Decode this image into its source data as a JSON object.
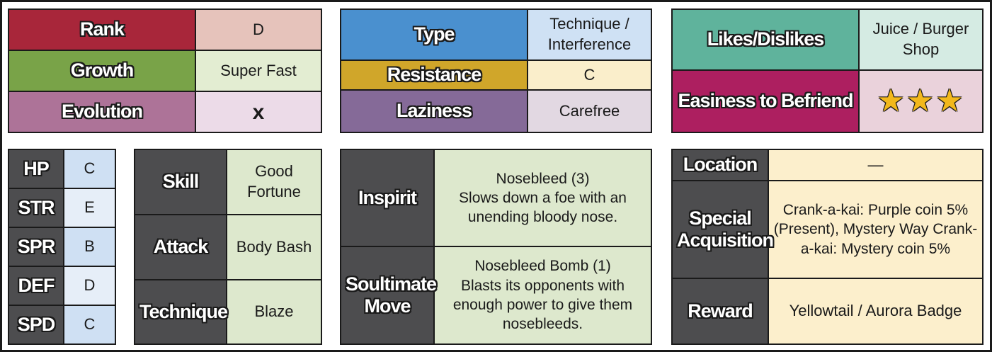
{
  "basic": {
    "rank_label": "Rank",
    "rank_value": "D",
    "growth_label": "Growth",
    "growth_value": "Super Fast",
    "evolution_label": "Evolution",
    "evolution_value": "x"
  },
  "type_box": {
    "type_label": "Type",
    "type_value": "Technique / Interference",
    "resistance_label": "Resistance",
    "resistance_value": "C",
    "laziness_label": "Laziness",
    "laziness_value": "Carefree"
  },
  "social": {
    "likes_label": "Likes/Dislikes",
    "likes_value": "Juice / Burger Shop",
    "befriend_label": "Easiness to Befriend",
    "befriend_rating": 3,
    "befriend_stars": "★★★"
  },
  "stats": [
    {
      "label": "HP",
      "value": "C"
    },
    {
      "label": "STR",
      "value": "E"
    },
    {
      "label": "SPR",
      "value": "B"
    },
    {
      "label": "DEF",
      "value": "D"
    },
    {
      "label": "SPD",
      "value": "C"
    }
  ],
  "abilities": {
    "skill_label": "Skill",
    "skill_value": "Good Fortune",
    "attack_label": "Attack",
    "attack_value": "Body Bash",
    "technique_label": "Technique",
    "technique_value": "Blaze"
  },
  "moves": {
    "inspirit_label": "Inspirit",
    "inspirit_name": "Nosebleed (3)",
    "inspirit_desc": "Slows down a foe with an unending bloody nose.",
    "soultimate_label": "Soultimate Move",
    "soultimate_name": "Nosebleed Bomb (1)",
    "soultimate_desc": "Blasts its opponents with enough power to give them nosebleeds."
  },
  "acquisition": {
    "location_label": "Location",
    "location_value": "—",
    "special_label": "Special Acquisition",
    "special_value": "Crank-a-kai: Purple coin 5% (Present), Mystery Way Crank-a-kai: Mystery coin 5%",
    "reward_label": "Reward",
    "reward_value": "Yellowtail / Aurora Badge"
  },
  "colors": {
    "rank": "#a8263a",
    "rank_val": "#e6c3bb",
    "growth": "#79a348",
    "growth_val": "#e3edd2",
    "evolution": "#ad7398",
    "evolution_val": "#ecdbe8",
    "type": "#4a90cf",
    "type_val": "#cfe1f4",
    "resistance": "#d0a62a",
    "resistance_val": "#faeecb",
    "laziness": "#856a98",
    "laziness_val": "#e2d8e2",
    "likes": "#5fb39c",
    "likes_val": "#d5ebe3",
    "befriend": "#ad1f60",
    "befriend_val": "#ead2db",
    "dark": "#4d4d4f",
    "stat_val_a": "#cfe0f3",
    "stat_val_b": "#e6eef8",
    "green_val": "#dde8cd",
    "yellow_val": "#fcefcc"
  }
}
